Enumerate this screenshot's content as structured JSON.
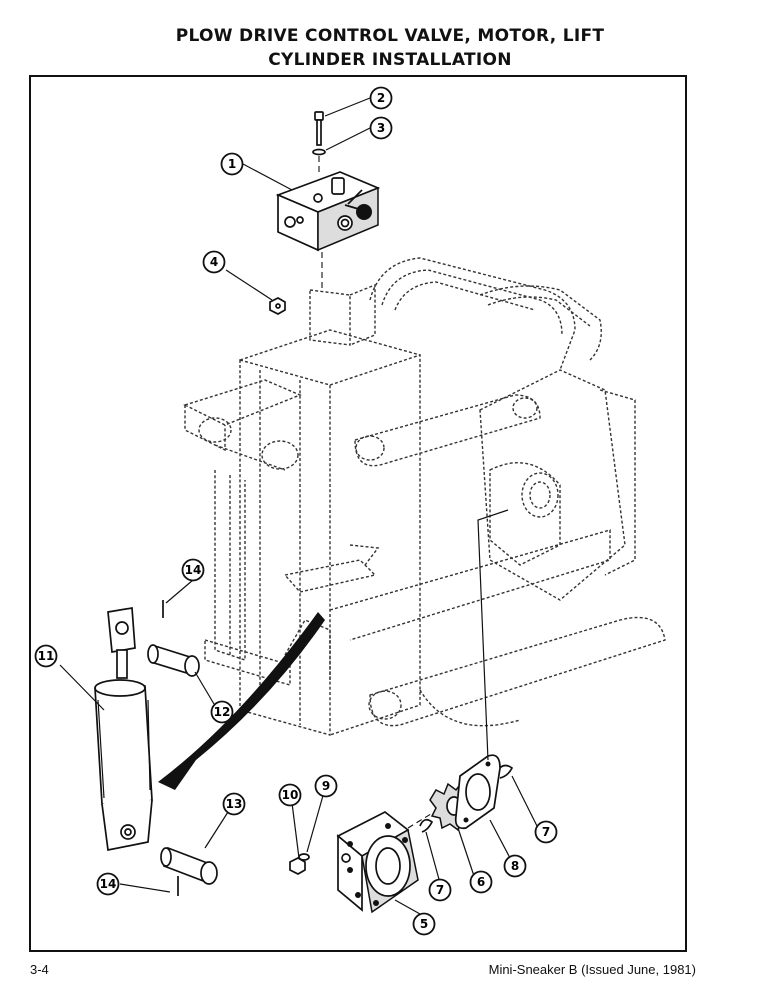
{
  "title_line1": "PLOW DRIVE CONTROL VALVE, MOTOR, LIFT",
  "title_line2": "CYLINDER INSTALLATION",
  "callouts": {
    "c1": "1",
    "c2": "2",
    "c3": "3",
    "c4": "4",
    "c5": "5",
    "c6": "6",
    "c7a": "7",
    "c7b": "7",
    "c8": "8",
    "c9": "9",
    "c10": "10",
    "c11": "11",
    "c12": "12",
    "c13": "13",
    "c14a": "14",
    "c14b": "14"
  },
  "footer": {
    "page_number": "3-4",
    "document_reference": "Mini-Sneaker B (Issued June, 1981)"
  }
}
